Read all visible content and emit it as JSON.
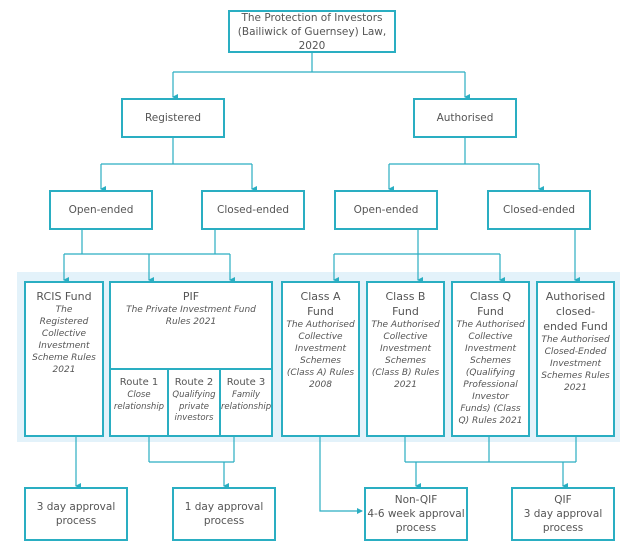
{
  "diagram": {
    "root": {
      "line1": "The Protection of Investors",
      "line2": "(Bailiwick of Guernsey) Law, 2020"
    },
    "level1": [
      {
        "label": "Registered"
      },
      {
        "label": "Authorised"
      }
    ],
    "level2": [
      {
        "label": "Open-ended",
        "parent": "Registered"
      },
      {
        "label": "Closed-ended",
        "parent": "Registered"
      },
      {
        "label": "Open-ended",
        "parent": "Authorised"
      },
      {
        "label": "Closed-ended",
        "parent": "Authorised"
      }
    ],
    "funds": {
      "rcis": {
        "title": "RCIS Fund",
        "sub": "The Registered Collective Investment Scheme Rules 2021"
      },
      "pif": {
        "title": "PIF",
        "sub": "The Private Investment Fund Rules 2021",
        "routes": [
          {
            "title": "Route 1",
            "sub": "Close relationship"
          },
          {
            "title": "Route 2",
            "sub": "Qualifying private investors"
          },
          {
            "title": "Route 3",
            "sub": "Family relationship"
          }
        ]
      },
      "class_a": {
        "title": "Class A Fund",
        "sub": "The Authorised Collective Investment Schemes (Class A) Rules 2008"
      },
      "class_b": {
        "title": "Class B Fund",
        "sub": "The Authorised Collective Investment Schemes (Class B) Rules 2021"
      },
      "class_q": {
        "title": "Class Q Fund",
        "sub": "The Authorised Collective Investment Schemes (Qualifying Professional Investor Funds) (Class Q) Rules 2021"
      },
      "auth_closed": {
        "title": "Authorised closed-ended Fund",
        "sub": "The Authorised Closed-Ended Investment Schemes Rules 2021"
      }
    },
    "outcomes": {
      "three_day": {
        "line1": "3 day approval",
        "line2": "process"
      },
      "one_day": {
        "line1": "1 day approval",
        "line2": "process"
      },
      "non_qif": {
        "line1": "Non-QIF",
        "line2": "4-6 week approval",
        "line3": "process"
      },
      "qif": {
        "line1": "QIF",
        "line2": "3 day approval",
        "line3": "process"
      }
    },
    "colors": {
      "border": "#2aaec2",
      "band": "#e3f2fa",
      "text": "#555555"
    }
  }
}
